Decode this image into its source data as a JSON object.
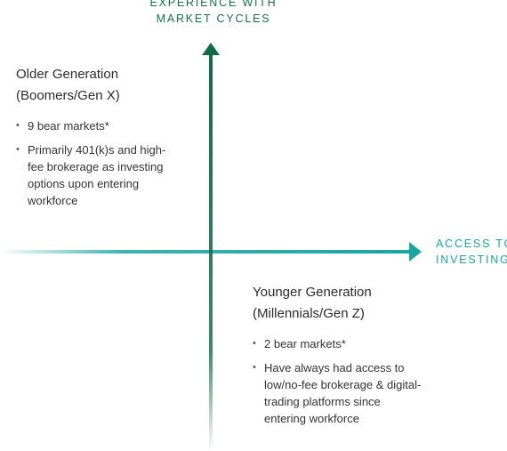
{
  "colors": {
    "y_axis": "#0f6b45",
    "x_axis": "#1aa5a0"
  },
  "axes": {
    "y_label": "EXPERIENCE WITH MARKET CYCLES",
    "x_label": "ACCESS TO INVESTING"
  },
  "older": {
    "title_line1": "Older Generation",
    "title_line2": "(Boomers/Gen X)",
    "bullets": [
      "9 bear markets*",
      "Primarily 401(k)s and high-fee brokerage as investing options upon entering workforce"
    ]
  },
  "younger": {
    "title_line1": "Younger Generation",
    "title_line2": "(Millennials/Gen Z)",
    "bullets": [
      "2 bear markets*",
      "Have always had access to low/no-fee brokerage & digital-trading platforms since entering workforce"
    ]
  }
}
